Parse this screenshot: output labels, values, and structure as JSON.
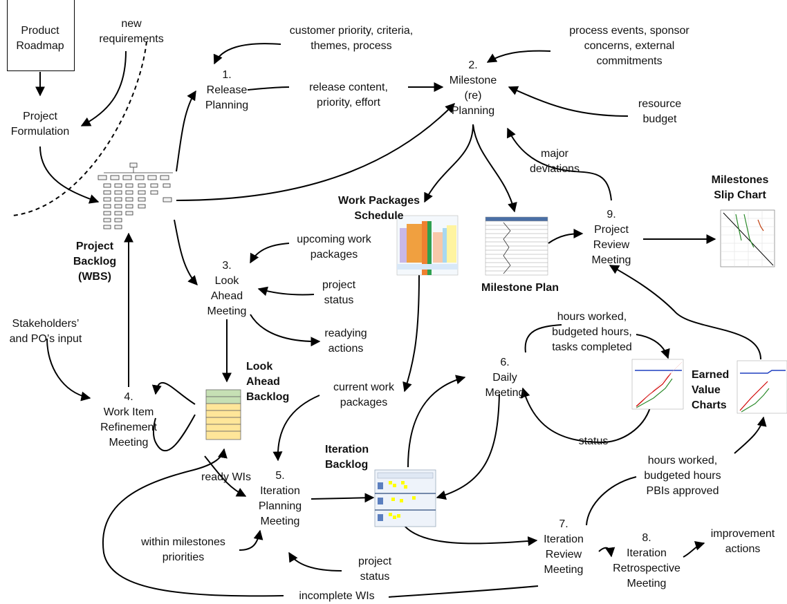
{
  "inputs": {
    "product_roadmap": "Product\nRoadmap",
    "new_requirements": "new\nrequirements",
    "project_formulation": "Project\nFormulation",
    "stakeholders_input": "Stakeholders’\nand PO’s input"
  },
  "meetings": {
    "release_planning": "1.\nRelease\nPlanning",
    "milestone_planning": "2.\nMilestone\n(re)\nPlanning",
    "look_ahead": "3.\nLook\nAhead\nMeeting",
    "refinement": "4.\nWork Item\nRefinement\nMeeting",
    "iteration_planning": "5.\nIteration\nPlanning\nMeeting",
    "daily": "6.\nDaily\nMeeting",
    "iteration_review": "7.\nIteration\nReview\nMeeting",
    "retrospective": "8.\nIteration\nRetrospective\nMeeting",
    "project_review": "9.\nProject\nReview\nMeeting"
  },
  "artifacts": {
    "project_backlog": "Project\nBacklog\n(WBS)",
    "work_packages_schedule": "Work Packages\nSchedule",
    "milestone_plan": "Milestone Plan",
    "milestones_slip_chart": "Milestones\nSlip Chart",
    "look_ahead_backlog": "Look\nAhead\nBacklog",
    "iteration_backlog": "Iteration\nBacklog",
    "earned_value_charts": "Earned\nValue\nCharts"
  },
  "flows": {
    "customer_priority": "customer priority, criteria,\nthemes, process",
    "process_events": "process events, sponsor\nconcerns, external\ncommitments",
    "release_content": "release content,\npriority, effort",
    "resource_budget": "resource\nbudget",
    "major_deviations": "major\ndeviations",
    "upcoming_work_packages": "upcoming work\npackages",
    "project_status_top": "project\nstatus",
    "readying_actions": "readying\nactions",
    "hours_worked_top": "hours worked,\nbudgeted hours,\ntasks completed",
    "current_work_packages": "current work\npackages",
    "status": "status",
    "ready_wis": "ready WIs",
    "hours_worked_bottom": "hours worked,\nbudgeted hours\nPBIs approved",
    "within_milestones": "within milestones\npriorities",
    "project_status_bottom": "project\nstatus",
    "improvement_actions": "improvement\nactions",
    "incomplete_wis": "incomplete WIs"
  },
  "colors": {
    "backlog_green": "#c6e0b4",
    "backlog_yellow": "#ffe699",
    "sticky_yellow": "#ffff00",
    "ev_blue": "#1f3fbf",
    "ev_red": "#d00000",
    "ev_green": "#2a8a2a"
  }
}
